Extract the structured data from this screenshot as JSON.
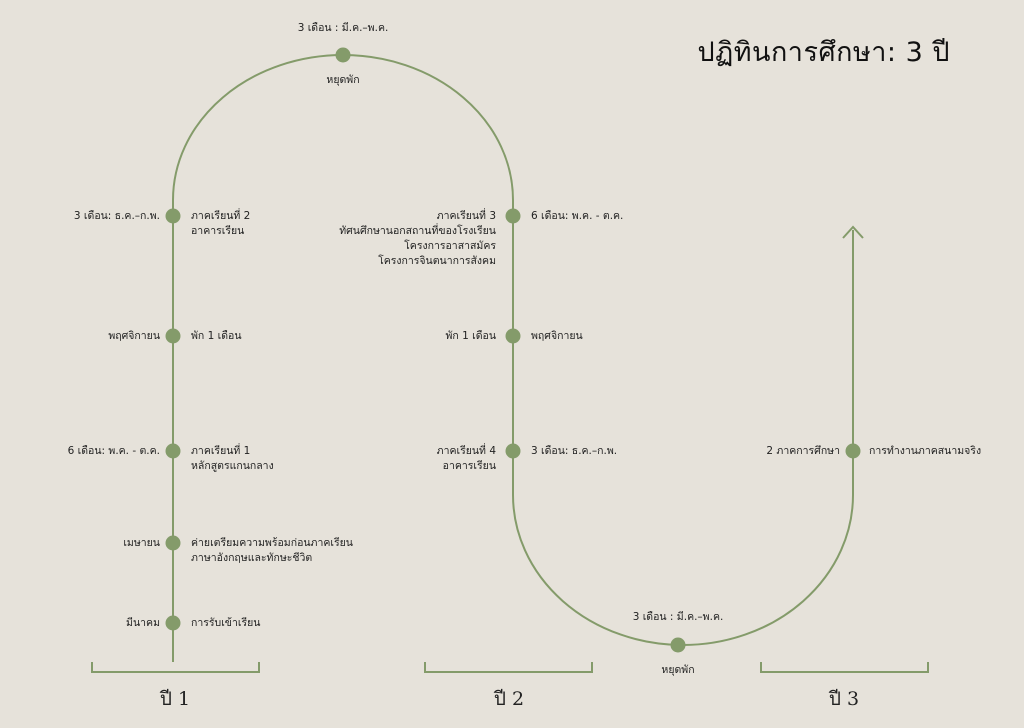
{
  "title": "ปฏิทินการศึกษา: 3 ปี",
  "colors": {
    "line": "#849b6a",
    "node": "#849b6a",
    "background": "#e6e2da"
  },
  "years": [
    "ปี 1",
    "ปี 2",
    "ปี 3"
  ],
  "year1": {
    "n1": {
      "left": "มีนาคม",
      "right": [
        "การรับเข้าเรียน"
      ]
    },
    "n2": {
      "left": "เมษายน",
      "right": [
        "ค่ายเตรียมความพร้อมก่อนภาคเรียน",
        "ภาษาอังกฤษและทักษะชีวิต"
      ]
    },
    "n3": {
      "left": "6 เดือน: พ.ค. - ต.ค.",
      "right": [
        "ภาคเรียนที่ 1",
        "หลักสูตรแกนกลาง"
      ]
    },
    "n4": {
      "left": "พฤศจิกายน",
      "right": [
        "พัก 1 เดือน"
      ]
    },
    "n5": {
      "left": "3 เดือน: ธ.ค.–ก.พ.",
      "right": [
        "ภาคเรียนที่ 2",
        "อาคารเรียน"
      ]
    }
  },
  "top_break": {
    "above": "3 เดือน : มี.ค.–พ.ค.",
    "below": "หยุดพัก"
  },
  "year2": {
    "n1": {
      "left": [
        "ภาคเรียนที่ 3",
        "ทัศนศึกษานอกสถานที่ของโรงเรียน",
        "โครงการอาสาสมัคร",
        "โครงการจินตนาการสังคม"
      ],
      "right": "6 เดือน: พ.ค. - ต.ค."
    },
    "n2": {
      "left": [
        "พัก 1 เดือน"
      ],
      "right": "พฤศจิกายน"
    },
    "n3": {
      "left": [
        "ภาคเรียนที่ 4",
        "อาคารเรียน"
      ],
      "right": "3 เดือน: ธ.ค.–ก.พ."
    }
  },
  "bottom_break": {
    "above": "3 เดือน : มี.ค.–พ.ค.",
    "below": "หยุดพัก"
  },
  "year3": {
    "n1": {
      "left": "2 ภาคการศึกษา",
      "right": "การทำงานภาคสนามจริง"
    }
  }
}
